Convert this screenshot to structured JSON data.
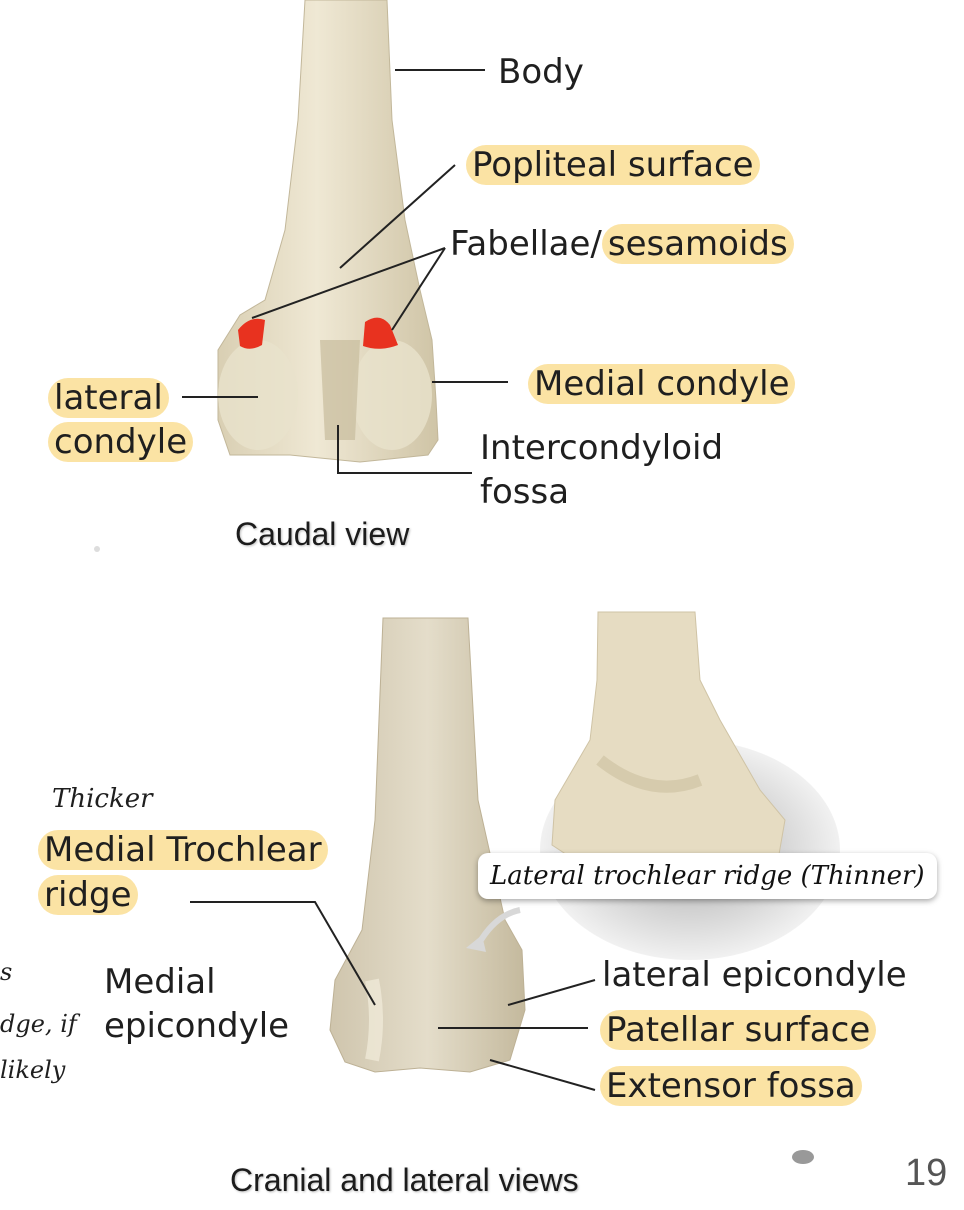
{
  "caudal": {
    "caption": "Caudal view",
    "labels": {
      "body": "Body",
      "popliteal": "Popliteal surface",
      "fabellae_prefix": "Fabellae/",
      "fabellae_hl": "sesamoids",
      "lateral_1": "lateral",
      "lateral_2": "condyle",
      "medial_condyle": "Medial condyle",
      "intercondyloid_1": "Intercondyloid",
      "intercondyloid_2": "fossa"
    }
  },
  "cranial": {
    "caption": "Cranial and lateral views",
    "labels": {
      "thicker": "Thicker",
      "medial_trochlear_1": "Medial Trochlear",
      "medial_trochlear_2": "ridge",
      "medial_epi_1": "Medial",
      "medial_epi_2": "epicondyle",
      "lateral_trochlear": "Lateral trochlear ridge (Thinner)",
      "lateral_epi": "lateral epicondyle",
      "patellar": "Patellar surface",
      "extensor": "Extensor fossa"
    },
    "cut_text": [
      "s",
      "dge, if",
      "likely"
    ]
  },
  "page_number": "19",
  "colors": {
    "highlight": "#fbe3a4",
    "fabella": "#e8321f",
    "bone": "#e6dcc2"
  },
  "icons": {
    "arrow": "curved-arrow-icon"
  }
}
